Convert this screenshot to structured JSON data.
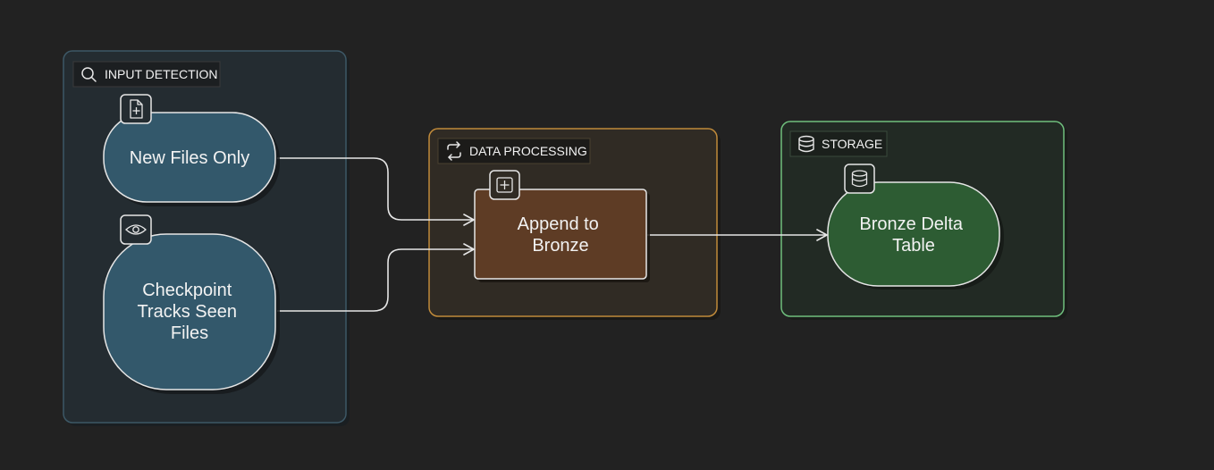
{
  "colors": {
    "background": "#222222",
    "input_group_fill": "#242c31",
    "input_group_stroke": "#3d5866",
    "processing_group_fill": "#302b24",
    "processing_group_stroke": "#c08a3a",
    "storage_group_fill": "#222a24",
    "storage_group_stroke": "#6fbf7d",
    "input_node_fill": "#33586b",
    "processing_node_fill": "#5e3c25",
    "storage_node_fill": "#2d5c33",
    "stroke_light": "#e6e6e6",
    "text": "#f2f2f2"
  },
  "groups": {
    "input": {
      "label": "INPUT DETECTION",
      "icon": "search-icon"
    },
    "processing": {
      "label": "DATA PROCESSING",
      "icon": "refresh-icon"
    },
    "storage": {
      "label": "STORAGE",
      "icon": "database-icon"
    }
  },
  "nodes": {
    "new_files": {
      "lines": [
        "New Files Only"
      ],
      "icon": "file-plus-icon"
    },
    "checkpoint": {
      "lines": [
        "Checkpoint",
        "Tracks Seen",
        "Files"
      ],
      "icon": "eye-icon"
    },
    "append": {
      "lines": [
        "Append to",
        "Bronze"
      ],
      "icon": "plus-square-icon"
    },
    "bronze_table": {
      "lines": [
        "Bronze Delta",
        "Table"
      ],
      "icon": "database-icon"
    }
  }
}
